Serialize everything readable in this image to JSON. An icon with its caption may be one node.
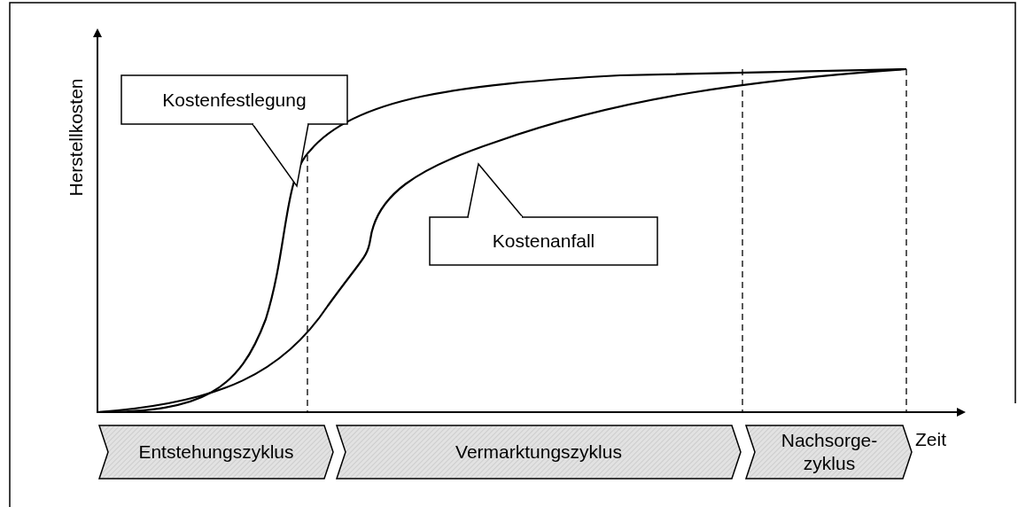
{
  "diagram": {
    "nodes": [
      {
        "text": [
          "Kostenfestlegung"
        ]
      },
      {
        "text": [
          "Kostenanfall"
        ]
      },
      {
        "text": [
          "Entstehungszyklus"
        ]
      },
      {
        "text": [
          "Vermarktungszyklus"
        ]
      },
      {
        "text": [
          "Nachsorge- zyklus"
        ]
      }
    ],
    "labels": [
      "Herstellkosten",
      "Zeit"
    ]
  }
}
